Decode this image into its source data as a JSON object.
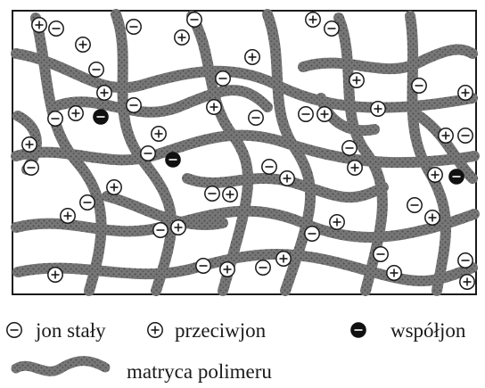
{
  "legend": {
    "fixed_ion": {
      "symbol": "minus-circle",
      "label": "jon stały"
    },
    "counter_ion": {
      "symbol": "plus-circle",
      "label": "przeciwjon"
    },
    "co_ion": {
      "symbol": "filled-minus-circle",
      "label": "współjon"
    },
    "polymer_matrix": {
      "symbol": "gray-wavy-strand",
      "label": "matryca polimeru"
    }
  },
  "colors": {
    "frame": "#1a1a1a",
    "strand": "#6f6f6f",
    "strand_texture": "#4a4a4a",
    "ion_fill": "#ffffff",
    "co_ion_fill": "#111111"
  }
}
